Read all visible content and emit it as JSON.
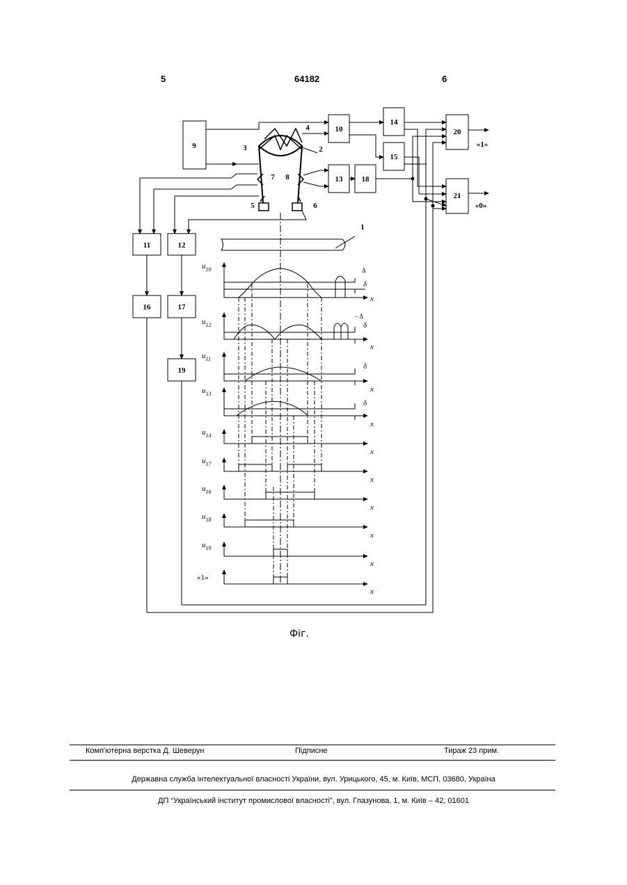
{
  "header": {
    "left": "5",
    "center": "64182",
    "right": "6"
  },
  "blocks": {
    "b1": "1",
    "b2": "2",
    "b3": "3",
    "b4": "4",
    "b5": "5",
    "b6": "6",
    "b7": "7",
    "b8": "8",
    "b9": "9",
    "b10": "10",
    "b11": "11",
    "b12": "12",
    "b13": "13",
    "b14": "14",
    "b15": "15",
    "b16": "16",
    "b17": "17",
    "b18": "18",
    "b19": "19",
    "b20": "20",
    "b21": "21"
  },
  "outputs": {
    "one": "«1»",
    "zero": "«0»"
  },
  "plots": {
    "u_symbol": "u",
    "x_label": "x",
    "sub10": "10",
    "sub12": "12",
    "sub11": "11",
    "sub13": "13",
    "sub14": "14",
    "sub17": "17",
    "sub16": "16",
    "sub18": "18",
    "sub19": "19",
    "last_label": "«1»",
    "delta": "Δ",
    "minus_delta": "– Δ",
    "small_delta": "δ"
  },
  "caption": "Фіг.",
  "footer": {
    "compiler": "Комп'ютерна верстка Д. Шеверун",
    "signed": "Підписне",
    "circulation": "Тираж 23 прим.",
    "address1": "Державна служба інтелектуальної власності України, вул. Урицького, 45, м. Київ, МСП, 03680, Україна",
    "address2": "ДП “Український інститут промислової власності”, вул. Глазунова, 1, м. Київ – 42, 01601"
  }
}
